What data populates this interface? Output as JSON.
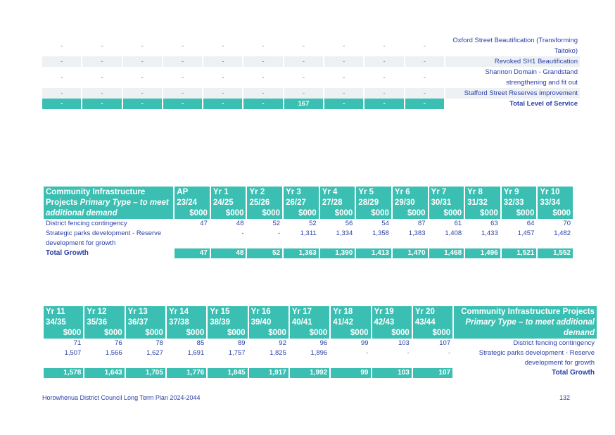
{
  "los": {
    "rows": [
      {
        "values": [
          "-",
          "-",
          "-",
          "-",
          "-",
          "-",
          "-",
          "-",
          "-",
          "-"
        ],
        "label": "Oxford Street Beautification (Transforming Taitoko)"
      },
      {
        "values": [
          "-",
          "-",
          "-",
          "-",
          "-",
          "-",
          "-",
          "-",
          "-",
          "-"
        ],
        "label": "Revoked SH1 Beautification"
      },
      {
        "values": [
          "-",
          "-",
          "-",
          "-",
          "-",
          "-",
          "-",
          "-",
          "-",
          "-"
        ],
        "label": "Shannon Domain - Grandstand strengthening and fit out"
      },
      {
        "values": [
          "-",
          "-",
          "-",
          "-",
          "-",
          "-",
          "-",
          "-",
          "-",
          "-"
        ],
        "label": "Stafford Street Reserves improvement"
      }
    ],
    "total": {
      "values": [
        "-",
        "-",
        "-",
        "-",
        "-",
        "-",
        "167",
        "-",
        "-",
        "-"
      ],
      "label": "Total Level of Service"
    }
  },
  "growth1": {
    "title_a": "Community Infrastructure",
    "title_b": "Projects ",
    "title_c": "Primary Type – to meet additional demand",
    "headers": [
      {
        "yr": "AP",
        "period": "23/24",
        "unit": "$000"
      },
      {
        "yr": "Yr 1",
        "period": "24/25",
        "unit": "$000"
      },
      {
        "yr": "Yr 2",
        "period": "25/26",
        "unit": "$000"
      },
      {
        "yr": "Yr 3",
        "period": "26/27",
        "unit": "$000"
      },
      {
        "yr": "Yr 4",
        "period": "27/28",
        "unit": "$000"
      },
      {
        "yr": "Yr 5",
        "period": "28/29",
        "unit": "$000"
      },
      {
        "yr": "Yr 6",
        "period": "29/30",
        "unit": "$000"
      },
      {
        "yr": "Yr 7",
        "period": "30/31",
        "unit": "$000"
      },
      {
        "yr": "Yr 8",
        "period": "31/32",
        "unit": "$000"
      },
      {
        "yr": "Yr 9",
        "period": "32/33",
        "unit": "$000"
      },
      {
        "yr": "Yr 10",
        "period": "33/34",
        "unit": "$000"
      }
    ],
    "rows": [
      {
        "label": "District fencing contingency",
        "values": [
          "47",
          "48",
          "52",
          "52",
          "56",
          "54",
          "87",
          "61",
          "63",
          "64",
          "70"
        ]
      },
      {
        "label": "Strategic parks development - Reserve development for growth",
        "values": [
          "",
          "-",
          "-",
          "1,311",
          "1,334",
          "1,358",
          "1,383",
          "1,408",
          "1,433",
          "1,457",
          "1,482"
        ]
      }
    ],
    "total": {
      "label": "Total Growth",
      "values": [
        "47",
        "48",
        "52",
        "1,363",
        "1,390",
        "1,413",
        "1,470",
        "1,468",
        "1,496",
        "1,521",
        "1,552"
      ]
    }
  },
  "growth2": {
    "title_a": "Community Infrastructure  Projects",
    "title_c": "Primary Type – to meet additional demand",
    "headers": [
      {
        "yr": "Yr 11",
        "period": "34/35",
        "unit": "$000"
      },
      {
        "yr": "Yr 12",
        "period": "35/36",
        "unit": "$000"
      },
      {
        "yr": "Yr 13",
        "period": "36/37",
        "unit": "$000"
      },
      {
        "yr": "Yr 14",
        "period": "37/38",
        "unit": "$000"
      },
      {
        "yr": "Yr 15",
        "period": "38/39",
        "unit": "$000"
      },
      {
        "yr": "Yr 16",
        "period": "39/40",
        "unit": "$000"
      },
      {
        "yr": "Yr 17",
        "period": "40/41",
        "unit": "$000"
      },
      {
        "yr": "Yr 18",
        "period": "41/42",
        "unit": "$000"
      },
      {
        "yr": "Yr 19",
        "period": "42/43",
        "unit": "$000"
      },
      {
        "yr": "Yr 20",
        "period": "43/44",
        "unit": "$000"
      }
    ],
    "rows": [
      {
        "label": "District fencing contingency",
        "values": [
          "71",
          "76",
          "78",
          "85",
          "89",
          "92",
          "96",
          "99",
          "103",
          "107"
        ]
      },
      {
        "label": "Strategic parks development - Reserve development for growth",
        "values": [
          "1,507",
          "1,566",
          "1,627",
          "1,691",
          "1,757",
          "1,825",
          "1,896",
          "-",
          "-",
          "-"
        ]
      }
    ],
    "total": {
      "label": "Total Growth",
      "values": [
        "1,578",
        "1,643",
        "1,705",
        "1,776",
        "1,845",
        "1,917",
        "1,992",
        "99",
        "103",
        "107"
      ]
    }
  },
  "footer": {
    "left": "Horowhenua District Council Long Term Plan 2024-2044",
    "page": "132"
  }
}
